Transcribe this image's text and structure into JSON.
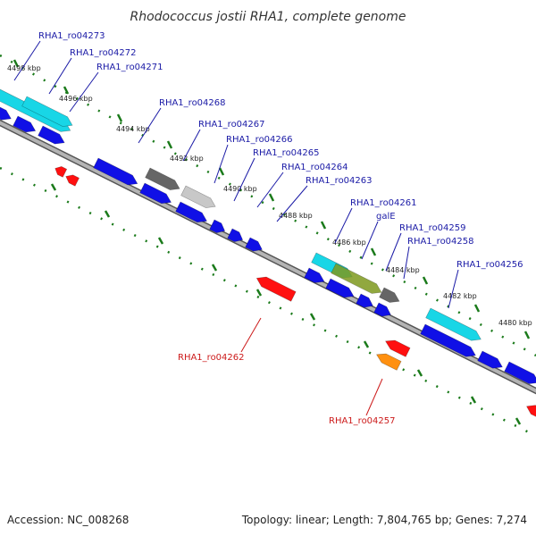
{
  "title": "Rhodococcus jostii RHA1, complete genome",
  "footer": {
    "accession": "Accession: NC_008268",
    "summary": "Topology: linear; Length: 7,804,765 bp; Genes: 7,274"
  },
  "colors": {
    "backbone": "#8c8c8c",
    "cds_forward": "#1010e6",
    "cds_reverse": "#ff1010",
    "rna_cyan": "#18d6e6",
    "highlight_orange": "#ff9010",
    "gray_dark": "#666666",
    "gray_light": "#c8c8c8",
    "olive": "#7e9a1e",
    "label_forward": "#1a1aa6",
    "label_reverse": "#cc1a1a",
    "tick": "#1a7a1a"
  },
  "ticks": [
    "4498 kbp",
    "4496 kbp",
    "4494 kbp",
    "4492 kbp",
    "4490 kbp",
    "4488 kbp",
    "4486 kbp",
    "4484 kbp",
    "4482 kbp",
    "4480 kbp"
  ],
  "labels_forward": [
    "RHA1_ro04273",
    "RHA1_ro04272",
    "RHA1_ro04271",
    "RHA1_ro04268",
    "RHA1_ro04267",
    "RHA1_ro04266",
    "RHA1_ro04265",
    "RHA1_ro04264",
    "RHA1_ro04263",
    "RHA1_ro04261",
    "galE",
    "RHA1_ro04259",
    "RHA1_ro04258",
    "RHA1_ro04256"
  ],
  "labels_reverse": [
    "RHA1_ro04262",
    "RHA1_ro04257"
  ]
}
